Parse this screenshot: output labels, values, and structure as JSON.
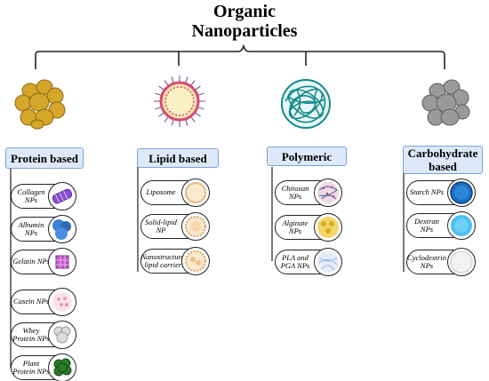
{
  "title": {
    "line1": "Organic",
    "line2": "Nanoparticles"
  },
  "categories": [
    {
      "label": "Protein based",
      "icon": "protein-nanoparticle-icon",
      "items": [
        {
          "label": "Collagen NPs",
          "icon": "collagen-fiber-icon"
        },
        {
          "label": "Albumin NPs",
          "icon": "albumin-sphere-icon"
        },
        {
          "label": "Gelatin NPs",
          "icon": "gelatin-cube-icon"
        },
        {
          "label": "Casein NPs",
          "icon": "casein-micelle-icon"
        },
        {
          "label": "Whey Protein NPs",
          "icon": "whey-protein-icon"
        },
        {
          "label": "Plant Protein NPs",
          "icon": "plant-protein-icon"
        }
      ]
    },
    {
      "label": "Lipid based",
      "icon": "liposome-nanoparticle-icon",
      "items": [
        {
          "label": "Liposome",
          "icon": "liposome-icon"
        },
        {
          "label": "Solid-lipid NP",
          "icon": "solid-lipid-icon"
        },
        {
          "label": "Nanostructured lipid carriers",
          "icon": "nlc-icon"
        }
      ]
    },
    {
      "label": "Polymeric",
      "icon": "polymer-nanoparticle-icon",
      "items": [
        {
          "label": "Chitosan NPs",
          "icon": "chitosan-icon"
        },
        {
          "label": "Alginate NPs",
          "icon": "alginate-icon"
        },
        {
          "label": "PLA and PGA NPs",
          "icon": "pla-pga-icon"
        }
      ]
    },
    {
      "label": "Carbohydrate based",
      "icon": "carbohydrate-nanoparticle-icon",
      "items": [
        {
          "label": "Starch NPs",
          "icon": "starch-sphere-icon"
        },
        {
          "label": "Dextran NPs",
          "icon": "dextran-sphere-icon"
        },
        {
          "label": "Cyclodextrin NPs",
          "icon": "cyclodextrin-sphere-icon"
        }
      ]
    }
  ],
  "colors": {
    "category_fill": "#dde9f9",
    "category_border": "#7fa2d6",
    "protein": "#d4a62a",
    "lipid_head": "#d64a7a",
    "lipid_core": "#f5e7a8",
    "polymer": "#138a8a",
    "carbohydrate": "#9a9a9a"
  }
}
